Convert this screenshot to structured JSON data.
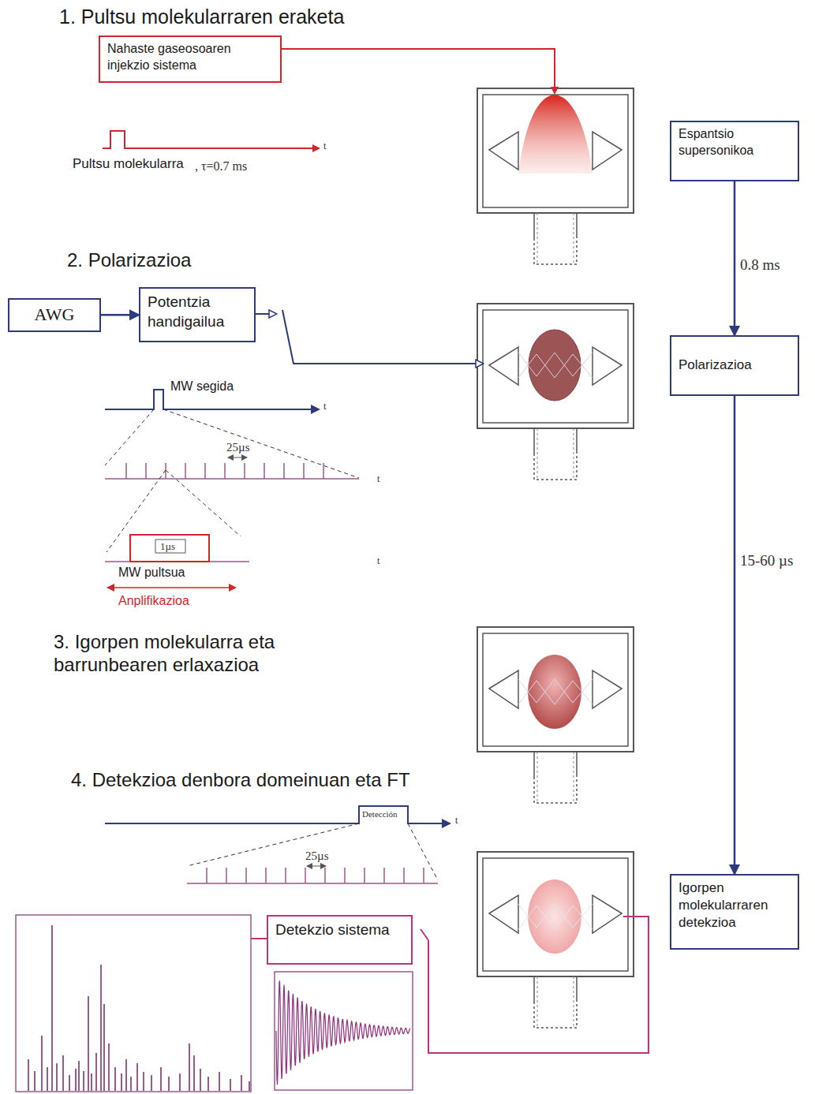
{
  "diagram": {
    "nodes": [
      {
        "text": [
          "Nahaste gaseosoaren injekzio sistema"
        ]
      },
      {
        "text": [
          "Espantsio supersonikoa"
        ]
      },
      {
        "text": [
          "AWG"
        ]
      },
      {
        "text": [
          "Potentzia handigailua"
        ]
      },
      {
        "text": [
          "Polarizazioa"
        ]
      },
      {
        "text": [
          "Igorpen molekularraren detekzioa"
        ]
      },
      {
        "text": [
          "Detekzio sistema"
        ]
      }
    ],
    "edges": [
      {
        "from": 1,
        "to": 4,
        "label": "0.8 ms",
        "arrow": "to"
      },
      {
        "from": 4,
        "to": 5,
        "label": "15-60 µs",
        "arrow": "to"
      },
      {
        "from": 2,
        "to": 3,
        "arrow": "to"
      }
    ],
    "labels": [
      "1. Pultsu molekularraren eraketa",
      "Pultsu molekularra",
      ", τ=0.7 ms",
      "t",
      "2. Polarizazioa",
      "MW segida",
      "t",
      "25µs",
      "t",
      "1µs",
      "MW pultsua",
      "Anplifikazioa",
      "t",
      "3. Igorpen molekularra eta barrunbearen erlaxazioa",
      "4. Detekzioa denbora domeinuan eta FT",
      "Detección",
      "t",
      "25µs"
    ]
  }
}
